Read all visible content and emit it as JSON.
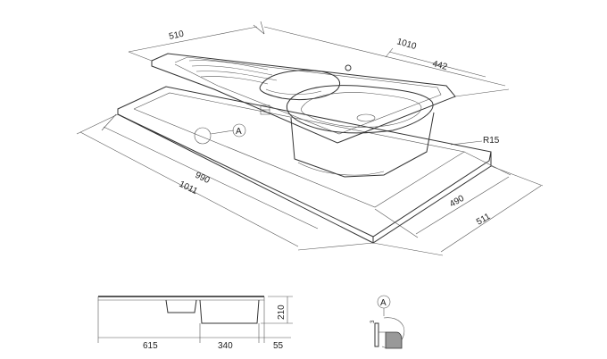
{
  "dimensions": {
    "top_width_left": "510",
    "overall_length": "1010",
    "bowl_width": "442",
    "corner_radius": "R15",
    "cutout_length": "990",
    "outer_length": "1011",
    "cutout_width": "490",
    "outer_width": "511",
    "section_depth": "210",
    "section_left": "615",
    "section_bowl": "340",
    "section_right": "55",
    "detail_small": "3"
  },
  "callouts": {
    "detail_ref": "A",
    "detail_ref_label": "A"
  },
  "colors": {
    "line": "#333333",
    "fill_gray": "#999999"
  }
}
